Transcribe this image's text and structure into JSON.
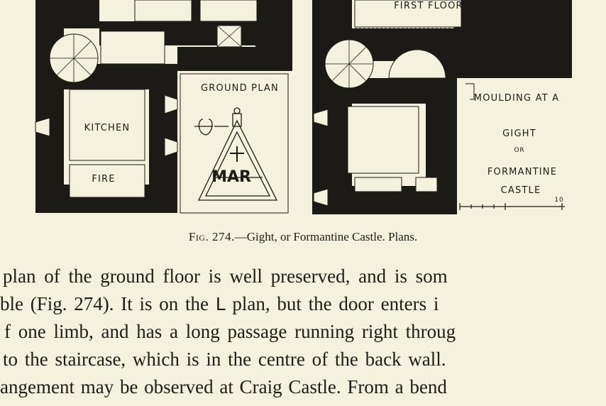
{
  "figure": {
    "labels": {
      "first_floor_plan": "FIRST FLOOR PLAN",
      "ground_plan": "GROUND PLAN",
      "kitchen": "KITCHEN",
      "fire": "FIRE",
      "monogram": "MAR",
      "point_a": "A",
      "moulding": "MOULDING AT A",
      "castle_line1": "GIGHT",
      "castle_line2": "OR",
      "castle_line3": "FORMANTINE",
      "castle_line4": "CASTLE",
      "scale_number": "10"
    },
    "caption_figno": "Fig. 274.",
    "caption_text": "—Gight, or Formantine Castle.  Plans."
  },
  "body": {
    "line1": "plan of the ground floor is well preserved, and is som",
    "line2_pre": "ble (Fig. 274).  It is on the ",
    "line2_glyph": "L",
    "line2_post": " plan, but the door enters i",
    "line3": "f one limb, and has a long passage running right throug",
    "line4": "to the staircase, which is in the centre of the back wall.",
    "line5": "angement may be observed at Craig Castle.  From a bend"
  }
}
